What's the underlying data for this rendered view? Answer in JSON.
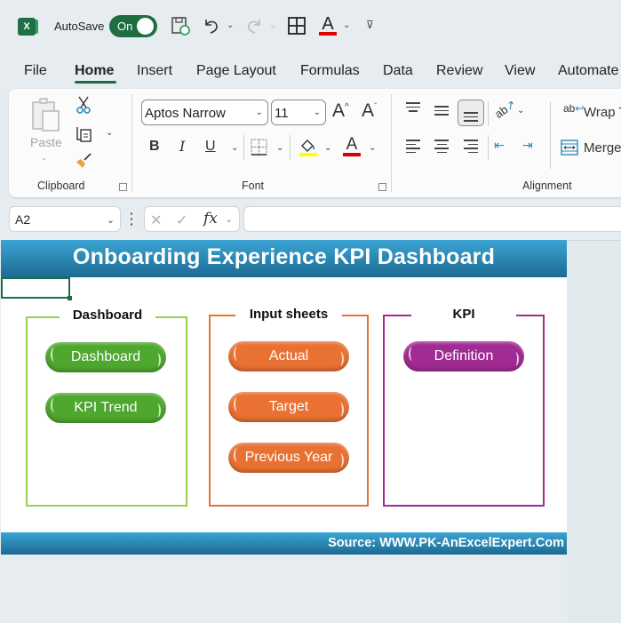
{
  "titlebar": {
    "app_icon": "excel-icon",
    "autosave_label": "AutoSave",
    "autosave_state": "On",
    "quick_access": [
      "save-sync-icon",
      "undo-icon",
      "redo-icon",
      "borders-icon",
      "font-color-icon",
      "customize-qat-icon"
    ]
  },
  "tabs": [
    {
      "label": "File"
    },
    {
      "label": "Home",
      "active": true
    },
    {
      "label": "Insert"
    },
    {
      "label": "Page Layout"
    },
    {
      "label": "Formulas"
    },
    {
      "label": "Data"
    },
    {
      "label": "Review"
    },
    {
      "label": "View"
    },
    {
      "label": "Automate"
    }
  ],
  "ribbon": {
    "clipboard": {
      "label": "Clipboard",
      "paste_label": "Paste"
    },
    "font": {
      "label": "Font",
      "font_name": "Aptos Narrow",
      "font_size": "11",
      "bold": "B",
      "italic": "I",
      "underline": "U",
      "fill_color": "#ffff00",
      "font_color": "#e00000"
    },
    "alignment": {
      "label": "Alignment",
      "wrap_label": "Wrap T",
      "merge_label": "Merge"
    }
  },
  "formula_bar": {
    "name_box": "A2",
    "fx": "fx",
    "cancel": "✕",
    "enter": "✓",
    "formula": ""
  },
  "sheet": {
    "title": "Onboarding Experience KPI Dashboard",
    "selected_cell": "A2",
    "groups": [
      {
        "title": "Dashboard",
        "color": "#92d050",
        "buttons": [
          {
            "label": "Dashboard",
            "color": "#4ea72e"
          },
          {
            "label": "KPI Trend",
            "color": "#4ea72e"
          }
        ]
      },
      {
        "title": "Input sheets",
        "color": "#e97132",
        "buttons": [
          {
            "label": "Actual",
            "color": "#e97132"
          },
          {
            "label": "Target",
            "color": "#e97132"
          },
          {
            "label": "Previous Year",
            "color": "#e97132"
          }
        ]
      },
      {
        "title": "KPI",
        "color": "#a02b93",
        "buttons": [
          {
            "label": "Definition",
            "color": "#a02b93"
          }
        ]
      }
    ],
    "footer": "Source: WWW.PK-AnExcelExpert.Com",
    "banner_color": "#2e8bb8"
  }
}
